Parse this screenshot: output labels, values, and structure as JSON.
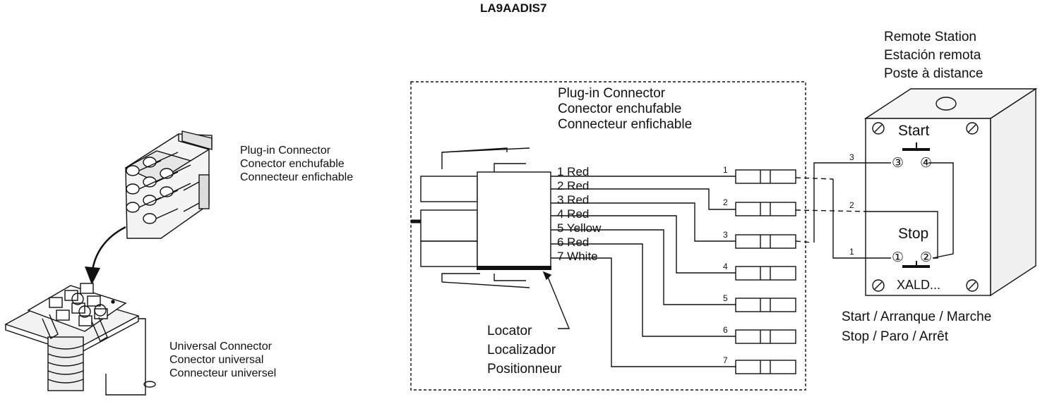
{
  "title": "LA9AADIS7",
  "left": {
    "plug_label": [
      "Plug-in Connector",
      "Conector enchufable",
      "Connecteur enfichable"
    ],
    "universal_label": [
      "Universal Connector",
      "Conector universal",
      "Connecteur universel"
    ]
  },
  "center": {
    "plug_label": [
      "Plug-in Connector",
      "Conector enchufable",
      "Connecteur enfichable"
    ],
    "wires": [
      "1 Red",
      "2 Red",
      "3 Red",
      "4 Red",
      "5 Yellow",
      "6 Red",
      "7 White"
    ],
    "pin_numbers": [
      "1",
      "2",
      "3",
      "4",
      "5",
      "6",
      "7"
    ],
    "locator_label": [
      "Locator",
      "Localizador",
      "Positionneur"
    ]
  },
  "remote": {
    "title": [
      "Remote Station",
      "Estación remota",
      "Poste à distance"
    ],
    "start_label": "Start",
    "stop_label": "Stop",
    "terminal_3": "③",
    "terminal_4": "④",
    "terminal_1": "①",
    "terminal_2": "②",
    "model_label": "XALD...",
    "wire_numbers": [
      "3",
      "2",
      "1"
    ],
    "legend": [
      "Start / Arranque / Marche",
      "Stop / Paro / Arrêt"
    ]
  }
}
